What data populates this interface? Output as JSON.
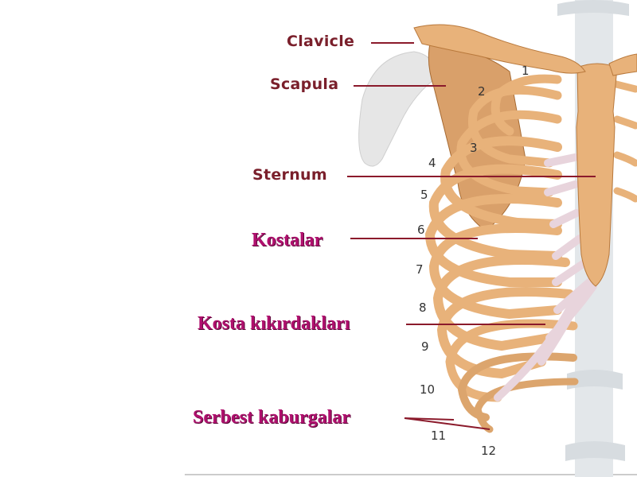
{
  "labels": {
    "clavicle": "Clavicle",
    "scapula": "Scapula",
    "sternum": "Sternum",
    "kostalar": "Kostalar",
    "kosta_kikirdaklari": "Kosta  kıkırdakları",
    "serbest_kaburgalar": "Serbest kaburgalar"
  },
  "rib_numbers": [
    "1",
    "2",
    "3",
    "4",
    "5",
    "6",
    "7",
    "8",
    "9",
    "10",
    "11",
    "12"
  ],
  "colors": {
    "english_label": "#7a1f2b",
    "turkish_label": "#b0106e",
    "leader_line": "#8b1a2b",
    "bone": "#e8b27a",
    "bone_dark": "#b9793c",
    "cartilage": "#e8d4dc",
    "spine": "#dfe3e6"
  }
}
